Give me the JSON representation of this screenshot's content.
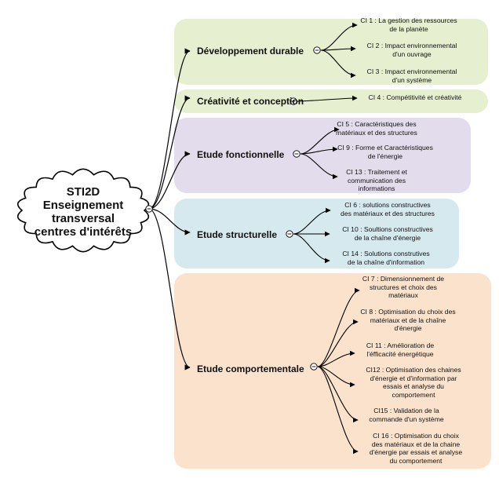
{
  "root": {
    "lines": [
      "STI2D",
      "Enseignement",
      "transversal",
      "centres d'intérêts"
    ]
  },
  "branches": [
    {
      "id": "dev",
      "label": "Développement durable",
      "color": "#e6efcf",
      "leaves": [
        "CI 1 : La gestion des ressources\nde la planète",
        "CI 2 : Impact environnemental\nd'un ouvrage",
        "CI 3 : Impact environnemental\nd'un système"
      ]
    },
    {
      "id": "crea",
      "label": "Créativité et conception",
      "color": "#e6efcf",
      "leaves": [
        "CI 4 : Compétitivité et créativité"
      ]
    },
    {
      "id": "fonc",
      "label": "Etude fonctionnelle",
      "color": "#e3dcec",
      "leaves": [
        "CI 5 : Caractéristiques des\nmatériaux et des structures",
        "CI 9 : Forme et Caractéristiques\nde l'énergie",
        "CI 13 : Traitement et\ncommunication des\ninformations"
      ]
    },
    {
      "id": "struct",
      "label": "Etude structurelle",
      "color": "#d5e9ef",
      "leaves": [
        "CI 6 : solutions constructives\ndes matériaux et des structures",
        "CI 10 : Soultions constructives\nde la chaîne d'énergie",
        "CI 14 : Solutions construtives\nde la chaîne d'information"
      ]
    },
    {
      "id": "comp",
      "label": "Etude comportementale",
      "color": "#fbe2cc",
      "leaves": [
        "CI 7 : Dimensionnement de\nstructures et choix des\nmatériaux",
        "CI 8 : Optimisation du choix des\nmatériaux et de la chaîne\nd'énergie",
        "CI 11 : Amélioration de\nl'éfficacité énergétique",
        "CI12 : Optimisation des chaines\nd'énergie et d'information par\nessais et analyse  du\ncomportement",
        "CI15 : Validation de la\ncommande d'un système",
        "CI 16 : Optimisation du choix\ndes matériaux et de la chaine\nd'énergie par essais et analyse\ndu comportement"
      ]
    }
  ]
}
